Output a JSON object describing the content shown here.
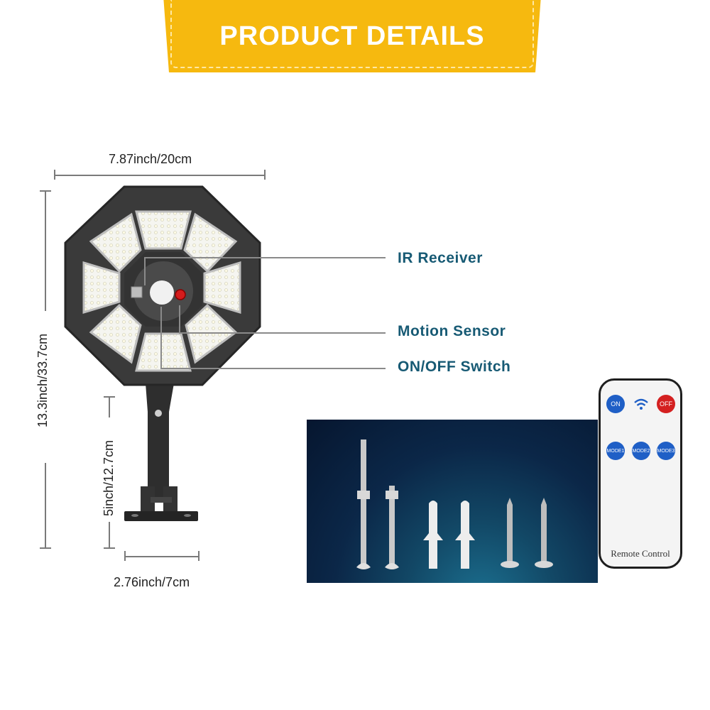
{
  "banner": {
    "title": "PRODUCT DETAILS",
    "color": "#f6b90f"
  },
  "dimensions": {
    "width": "7.87inch/20cm",
    "total_height": "13.3inch/33.7cm",
    "bracket_height": "5inch/12.7cm",
    "base_width": "2.76inch/7cm"
  },
  "callouts": [
    {
      "label": "IR Receiver"
    },
    {
      "label": "Motion Sensor"
    },
    {
      "label": "ON/OFF Switch"
    }
  ],
  "callout_color": "#175a74",
  "remote": {
    "buttons": [
      {
        "label": "ON",
        "color": "#1f5fc6"
      },
      {
        "label": "OFF",
        "color": "#d42020"
      },
      {
        "label": "MODE1",
        "color": "#1f5fc6"
      },
      {
        "label": "MODE2",
        "color": "#1f5fc6"
      },
      {
        "label": "MODE3",
        "color": "#1f5fc6"
      }
    ],
    "caption": "Remote Control",
    "signal_icon": "wifi-signal-icon"
  },
  "hardware": {
    "items": [
      "long-bolt",
      "short-bolt",
      "wall-anchor",
      "wall-anchor",
      "wood-screw",
      "wood-screw"
    ]
  }
}
